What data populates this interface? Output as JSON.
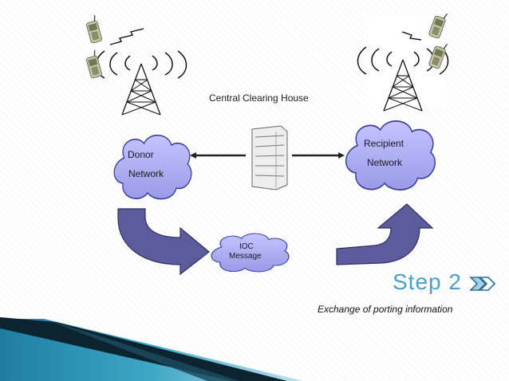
{
  "slide": {
    "central_label": "Central Clearing House",
    "donor": {
      "line1": "Donor",
      "line2": "Network"
    },
    "recipient": {
      "line1": "Recipient",
      "line2": "Network"
    },
    "ioc": {
      "line1": "IOC",
      "line2": "Message"
    },
    "step_title": "Step 2",
    "caption": "Exchange of porting information"
  },
  "icons": [
    "mobile-phone-icon",
    "cell-tower-icon",
    "server-rack-icon",
    "cloud-icon",
    "curved-arrow-icon",
    "double-chevron-icon"
  ],
  "colors": {
    "cloud_fill": "#a8a8f0",
    "cloud_stroke": "#4a4aa8",
    "arrow_fill": "#5e5e9e",
    "step_color": "#4aa0c8",
    "band_dark": "#0d2a3a",
    "band_teal": "#2a8aaa"
  }
}
